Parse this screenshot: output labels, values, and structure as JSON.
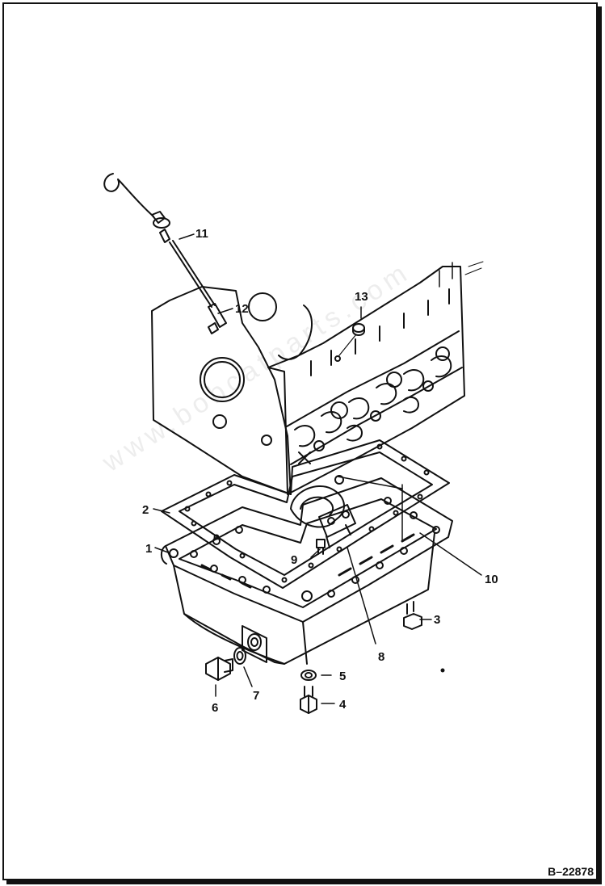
{
  "diagram": {
    "figure_id": "B–22878",
    "watermark": "www.bobcatparts.com",
    "callouts": [
      {
        "id": "c1",
        "label": "1"
      },
      {
        "id": "c2",
        "label": "2"
      },
      {
        "id": "c3",
        "label": "3"
      },
      {
        "id": "c4",
        "label": "4"
      },
      {
        "id": "c5",
        "label": "5"
      },
      {
        "id": "c6",
        "label": "6"
      },
      {
        "id": "c7",
        "label": "7"
      },
      {
        "id": "c8",
        "label": "8"
      },
      {
        "id": "c9",
        "label": "9"
      },
      {
        "id": "c10",
        "label": "10"
      },
      {
        "id": "c11",
        "label": "11"
      },
      {
        "id": "c12",
        "label": "12"
      },
      {
        "id": "c13",
        "label": "13"
      }
    ]
  },
  "colors": {
    "ink": "#111111",
    "paper": "#ffffff"
  }
}
